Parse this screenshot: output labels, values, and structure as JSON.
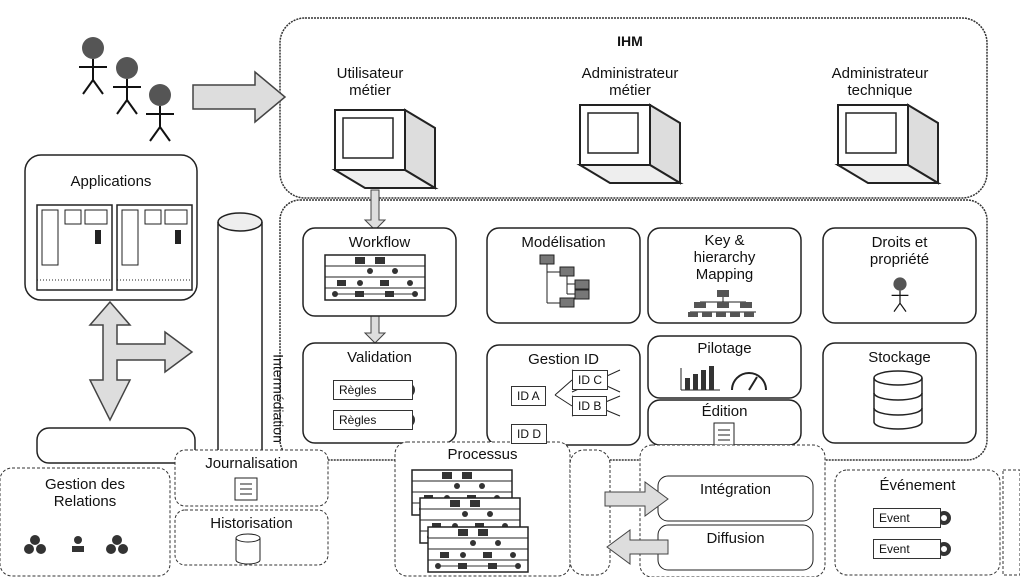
{
  "ihm": {
    "title": "IHM",
    "users": [
      {
        "line1": "Utilisateur",
        "line2": "métier"
      },
      {
        "line1": "Administrateur",
        "line2": "métier"
      },
      {
        "line1": "Administrateur",
        "line2": "technique"
      }
    ]
  },
  "left": {
    "applications": "Applications",
    "bus": "Intermédiation"
  },
  "modules": {
    "workflow": "Workflow",
    "modelisation": "Modélisation",
    "key_mapping": {
      "line1": "Key &",
      "line2": "hierarchy",
      "line3": "Mapping"
    },
    "droits": {
      "line1": "Droits et",
      "line2": "propriété"
    },
    "validation": "Validation",
    "regles": [
      "Règles",
      "Règles"
    ],
    "gestion_id": "Gestion ID",
    "ids": [
      "ID A",
      "ID C",
      "ID B",
      "ID D"
    ],
    "pilotage": "Pilotage",
    "edition": "Édition",
    "stockage": "Stockage"
  },
  "bottom": {
    "gestion_relations": {
      "line1": "Gestion des",
      "line2": "Relations"
    },
    "journalisation": "Journalisation",
    "historisation": "Historisation",
    "processus": "Processus",
    "integration": "Intégration",
    "diffusion": "Diffusion",
    "evenement": "Événement",
    "events": [
      "Event",
      "Event"
    ]
  }
}
